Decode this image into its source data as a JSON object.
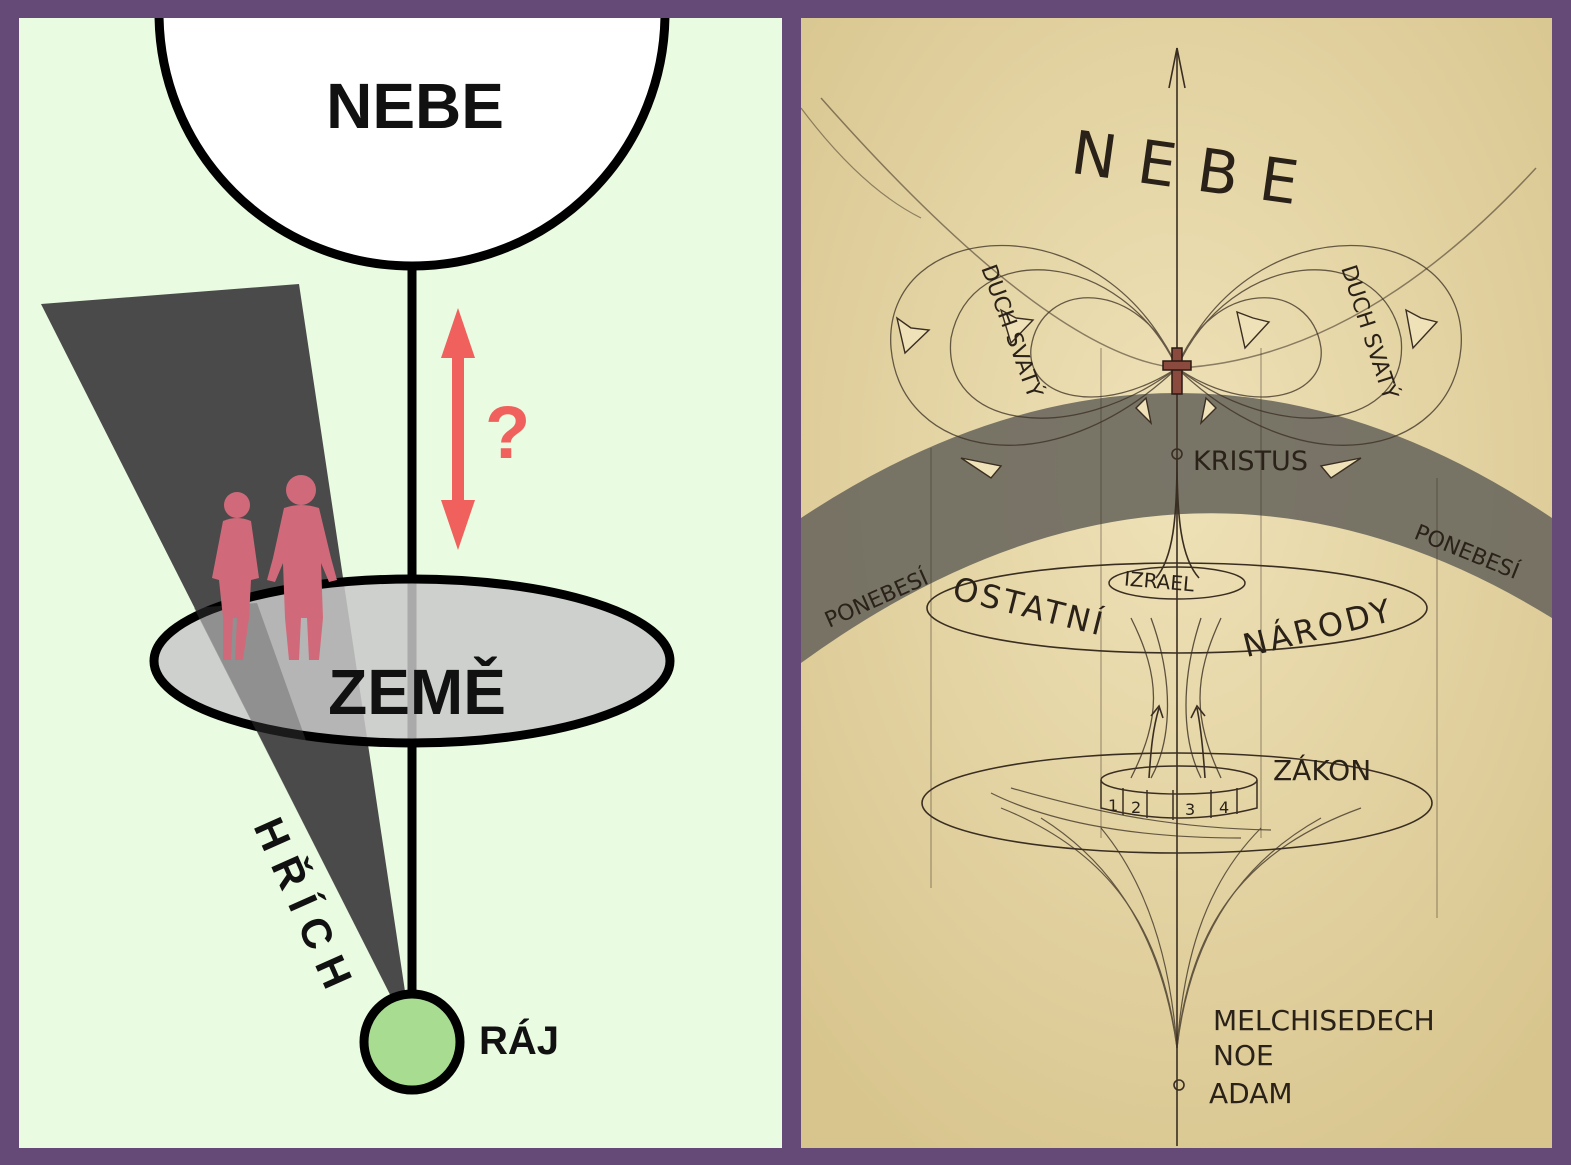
{
  "left_diagram": {
    "heaven_label": "NEBE",
    "earth_label": "ZEMĚ",
    "paradise_label": "RÁJ",
    "sin_label": "HŘÍCH",
    "question_mark": "?",
    "colors": {
      "background": "#e9fbe0",
      "heaven_fill": "#ffffff",
      "earth_fill": "#c8c8c8",
      "sin_wedge": "#4a4a4a",
      "paradise_fill": "#a8dc90",
      "arrow": "#f0605c",
      "people": "#d06a7a"
    }
  },
  "right_sketch": {
    "heaven_label": "NEBE",
    "holy_spirit_left": "DUCH SVATÝ",
    "holy_spirit_right": "DUCH SVATÝ",
    "christ_label": "KRISTUS",
    "firmament_left": "PONEBESÍ",
    "firmament_right": "PONEBESÍ",
    "israel_label": "IZRAEL",
    "other_label": "OSTATNÍ",
    "nations_label": "NÁRODY",
    "law_label": "ZÁKON",
    "law_segments": [
      "1",
      "2",
      "3",
      "4"
    ],
    "melchizedek_label": "MELCHISEDECH",
    "noah_label": "NOE",
    "adam_label": "ADAM",
    "colors": {
      "paper": "#e6d7a6",
      "firmament_band": "#6e6a60",
      "cross": "#8a4a3e",
      "pencil": "#3a2e22"
    }
  },
  "frame_color": "#654a78"
}
